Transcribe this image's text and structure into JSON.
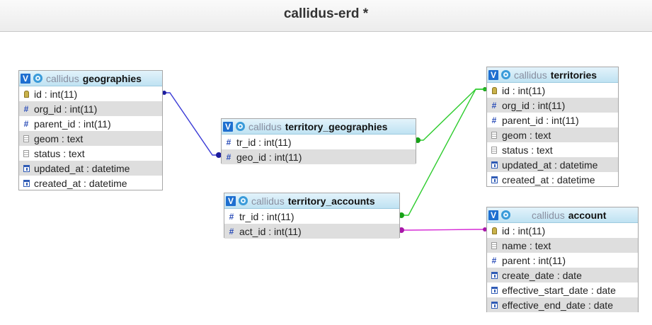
{
  "window": {
    "title": "callidus-erd *"
  },
  "tables": {
    "geographies": {
      "db": "callidus",
      "name": "geographies",
      "columns": [
        {
          "text": "id : int(11)",
          "icon": "key-icon"
        },
        {
          "text": "org_id : int(11)",
          "icon": "hash-icon"
        },
        {
          "text": "parent_id : int(11)",
          "icon": "hash-icon"
        },
        {
          "text": "geom : text",
          "icon": "text-icon"
        },
        {
          "text": "status : text",
          "icon": "text-icon"
        },
        {
          "text": "updated_at : datetime",
          "icon": "datetime-icon"
        },
        {
          "text": "created_at : datetime",
          "icon": "datetime-icon"
        }
      ]
    },
    "territory_geographies": {
      "db": "callidus",
      "name": "territory_geographies",
      "columns": [
        {
          "text": "tr_id : int(11)",
          "icon": "hash-icon"
        },
        {
          "text": "geo_id : int(11)",
          "icon": "hash-icon"
        }
      ]
    },
    "territory_accounts": {
      "db": "callidus",
      "name": "territory_accounts",
      "columns": [
        {
          "text": "tr_id : int(11)",
          "icon": "hash-icon"
        },
        {
          "text": "act_id : int(11)",
          "icon": "hash-icon"
        }
      ]
    },
    "territories": {
      "db": "callidus",
      "name": "territories",
      "columns": [
        {
          "text": "id : int(11)",
          "icon": "key-icon"
        },
        {
          "text": "org_id : int(11)",
          "icon": "hash-icon"
        },
        {
          "text": "parent_id : int(11)",
          "icon": "hash-icon"
        },
        {
          "text": "geom : text",
          "icon": "text-icon"
        },
        {
          "text": "status : text",
          "icon": "text-icon"
        },
        {
          "text": "updated_at : datetime",
          "icon": "datetime-icon"
        },
        {
          "text": "created_at : datetime",
          "icon": "datetime-icon"
        }
      ]
    },
    "account": {
      "db": "callidus",
      "name": "account",
      "columns": [
        {
          "text": "id : int(11)",
          "icon": "key-icon"
        },
        {
          "text": "name : text",
          "icon": "text-icon"
        },
        {
          "text": "parent : int(11)",
          "icon": "hash-icon"
        },
        {
          "text": "create_date : date",
          "icon": "datetime-icon"
        },
        {
          "text": "effective_start_date : date",
          "icon": "datetime-icon"
        },
        {
          "text": "effective_end_date : date",
          "icon": "datetime-icon"
        }
      ]
    }
  },
  "relations": [
    {
      "from": "geographies.id",
      "to": "territory_geographies.geo_id",
      "color": "#3b3bd6"
    },
    {
      "from": "territories.id",
      "to": "territory_geographies.tr_id",
      "color": "#2ecc2e"
    },
    {
      "from": "territories.id",
      "to": "territory_accounts.tr_id",
      "color": "#2ecc2e"
    },
    {
      "from": "account.id",
      "to": "territory_accounts.act_id",
      "color": "#d62bd6"
    }
  ]
}
